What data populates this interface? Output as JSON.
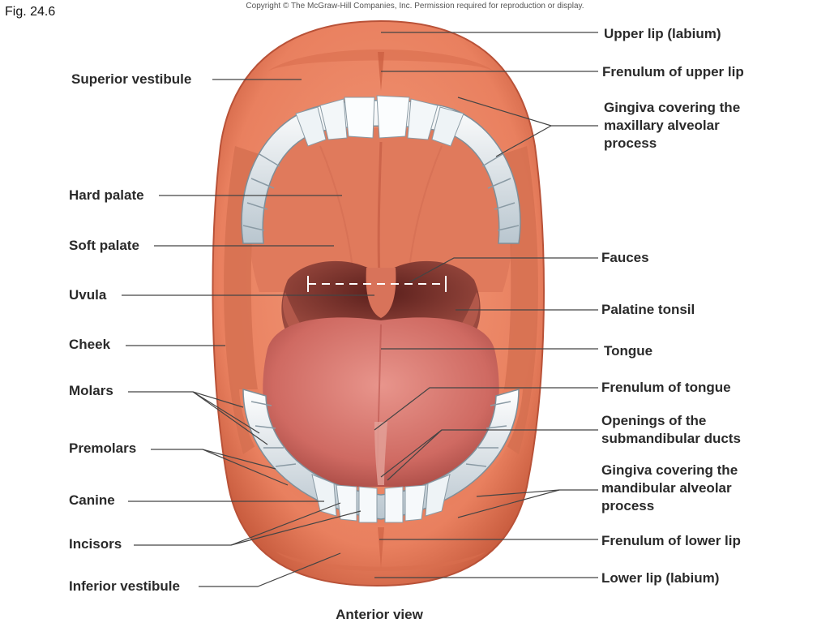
{
  "figure": {
    "number": "Fig. 24.6",
    "copyright": "Copyright © The McGraw-Hill Companies, Inc. Permission required for reproduction or display.",
    "caption": "Anterior view"
  },
  "labels_left": {
    "superior_vestibule": "Superior vestibule",
    "hard_palate": "Hard palate",
    "soft_palate": "Soft palate",
    "uvula": "Uvula",
    "cheek": "Cheek",
    "molars": "Molars",
    "premolars": "Premolars",
    "canine": "Canine",
    "incisors": "Incisors",
    "inferior_vestibule": "Inferior vestibule"
  },
  "labels_right": {
    "upper_lip": "Upper lip (labium)",
    "frenulum_upper_lip": "Frenulum of upper lip",
    "gingiva_maxillary_1": "Gingiva covering the",
    "gingiva_maxillary_2": "maxillary alveolar",
    "gingiva_maxillary_3": "process",
    "fauces": "Fauces",
    "palatine_tonsil": "Palatine tonsil",
    "tongue": "Tongue",
    "frenulum_tongue": "Frenulum of tongue",
    "submandibular_1": "Openings of the",
    "submandibular_2": "submandibular ducts",
    "gingiva_mandibular_1": "Gingiva covering the",
    "gingiva_mandibular_2": "mandibular alveolar",
    "gingiva_mandibular_3": "process",
    "frenulum_lower_lip": "Frenulum of lower lip",
    "lower_lip": "Lower lip (labium)"
  },
  "colors": {
    "lip": "#e9805f",
    "lip_dark": "#c95d3f",
    "palate": "#e07a5c",
    "throat": "#8e4038",
    "tongue": "#d9776e",
    "teeth": "#e8eef2",
    "leader_line": "#444444"
  }
}
